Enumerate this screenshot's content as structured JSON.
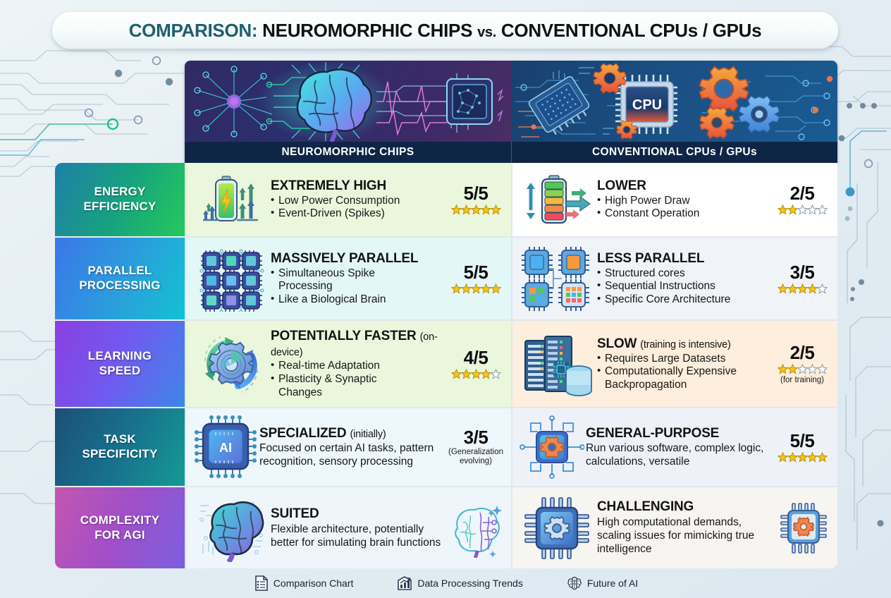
{
  "title": {
    "accent": "COMPARISON:",
    "main_a": "NEUROMORPHIC CHIPS",
    "vs": "vs.",
    "main_b": "CONVENTIONAL CPUs / GPUs"
  },
  "columns": [
    {
      "header": "NEUROMORPHIC CHIPS",
      "banner_icon": "brain-neural-chip-banner"
    },
    {
      "header": "CONVENTIONAL CPUs / GPUs",
      "banner_icon": "cpu-gears-circuit-banner",
      "chip_label": "CPU"
    }
  ],
  "rows": [
    {
      "label": "ENERGY\nEFFICIENCY",
      "label_line1": "ENERGY",
      "label_line2": "EFFICIENCY",
      "label_gradient": [
        "#1f7fa8",
        "#1fbf6e",
        "#22c55e"
      ],
      "left": {
        "icon": "battery-green-arrows-icon",
        "bg": "#eaf7dd",
        "headline": "EXTREMELY HIGH",
        "headline_sub": "",
        "points": [
          "Low Power Consumption",
          "Event-Driven (Spikes)"
        ],
        "score": "5/5",
        "stars_filled": 5,
        "stars_total": 5,
        "note": ""
      },
      "right": {
        "icon": "battery-gauge-arrows-icon",
        "bg": "#ffffff",
        "headline": "LOWER",
        "headline_sub": "",
        "points": [
          "High Power Draw",
          "Constant Operation"
        ],
        "score": "2/5",
        "stars_filled": 2,
        "stars_total": 5,
        "note": ""
      }
    },
    {
      "label_line1": "PARALLEL",
      "label_line2": "PROCESSING",
      "label_gradient": [
        "#3b76e8",
        "#2aa8d8",
        "#13c2d0"
      ],
      "left": {
        "icon": "chip-grid-network-icon",
        "bg": "#e3f7f7",
        "headline": "MASSIVELY PARALLEL",
        "headline_sub": "",
        "points": [
          "Simultaneous Spike",
          "Processing",
          "Like a Biological Brain"
        ],
        "point_continuations": [
          1
        ],
        "score": "5/5",
        "stars_filled": 5,
        "stars_total": 5,
        "note": ""
      },
      "right": {
        "icon": "four-chips-icon",
        "bg": "#f0f3f7",
        "headline": "LESS PARALLEL",
        "headline_sub": "",
        "points": [
          "Structured cores",
          "Sequential Instructions",
          "Specific Core Architecture"
        ],
        "score": "3/5",
        "stars_filled": 4,
        "stars_total": 5,
        "note": ""
      }
    },
    {
      "label_line1": "LEARNING",
      "label_line2": "SPEED",
      "label_gradient": [
        "#7b3fe4",
        "#6f5bf0",
        "#3f86e8"
      ],
      "left": {
        "icon": "gear-cycle-arrows-icon",
        "bg": "#eaf7dd",
        "headline": "POTENTIALLY FASTER",
        "headline_sub": "(on-device)",
        "points": [
          "Real-time Adaptation",
          "Plasticity & Synaptic",
          "Changes"
        ],
        "point_continuations": [
          2
        ],
        "score": "4/5",
        "stars_filled": 4,
        "stars_total": 5,
        "note": ""
      },
      "right": {
        "icon": "server-rack-database-icon",
        "bg": "#fdeedd",
        "headline": "SLOW",
        "headline_sub": "(training is intensive)",
        "points": [
          "Requires Large Datasets",
          "Computationally Expensive",
          "Backpropagation"
        ],
        "point_continuations": [
          2
        ],
        "score": "2/5",
        "stars_filled": 2,
        "stars_total": 5,
        "note": "(for training)"
      }
    },
    {
      "label_line1": "TASK",
      "label_line2": "SPECIFICITY",
      "label_gradient": [
        "#1c4f78",
        "#17748e",
        "#169a93"
      ],
      "left": {
        "icon": "ai-chip-icon",
        "bg": "#eef7fb",
        "headline": "SPECIALIZED",
        "headline_sub": "(initially)",
        "plain": "Focused on certain AI tasks, pattern recognition, sensory processing",
        "score": "3/5",
        "stars_filled": 0,
        "stars_total": 0,
        "note": "(Generalization evolving)"
      },
      "right": {
        "icon": "chip-gear-circuit-icon",
        "bg": "#eef2f8",
        "headline": "GENERAL-PURPOSE",
        "headline_sub": "",
        "plain": "Run various software, complex logic, calculations, versatile",
        "score": "5/5",
        "stars_filled": 5,
        "stars_total": 5,
        "note": ""
      }
    },
    {
      "label_line1": "COMPLEXITY",
      "label_line2": "FOR AGI",
      "label_gradient": [
        "#c455b0",
        "#a74fc4",
        "#7b5fe0"
      ],
      "left": {
        "icon": "brain-circuit-icon",
        "icon_right": "brain-chip-outline-icon",
        "bg": "#eef6fb",
        "headline": "SUITED",
        "headline_sub": "",
        "plain": "Flexible architecture, potentially better for simulating brain functions",
        "score": "",
        "stars_filled": 0,
        "stars_total": 0,
        "note": ""
      },
      "right": {
        "icon": "chip-gear-pins-icon",
        "icon_right": "chip-gear-small-icon",
        "bg": "#f7f5f2",
        "headline": "CHALLENGING",
        "headline_sub": "",
        "plain": "High computational demands, scaling issues for mimicking true intelligence",
        "score": "",
        "stars_filled": 0,
        "stars_total": 0,
        "note": ""
      }
    }
  ],
  "footer": [
    {
      "icon": "document-list-icon",
      "label": "Comparison Chart"
    },
    {
      "icon": "bar-chart-trend-icon",
      "label": "Data Processing Trends"
    },
    {
      "icon": "brain-icon",
      "label": "Future of AI"
    }
  ],
  "colors": {
    "header_bar": "#0f2546",
    "page_bg": "#e4edf2",
    "star_filled": "#f5c518",
    "title_accent": "#1d5f6e"
  }
}
